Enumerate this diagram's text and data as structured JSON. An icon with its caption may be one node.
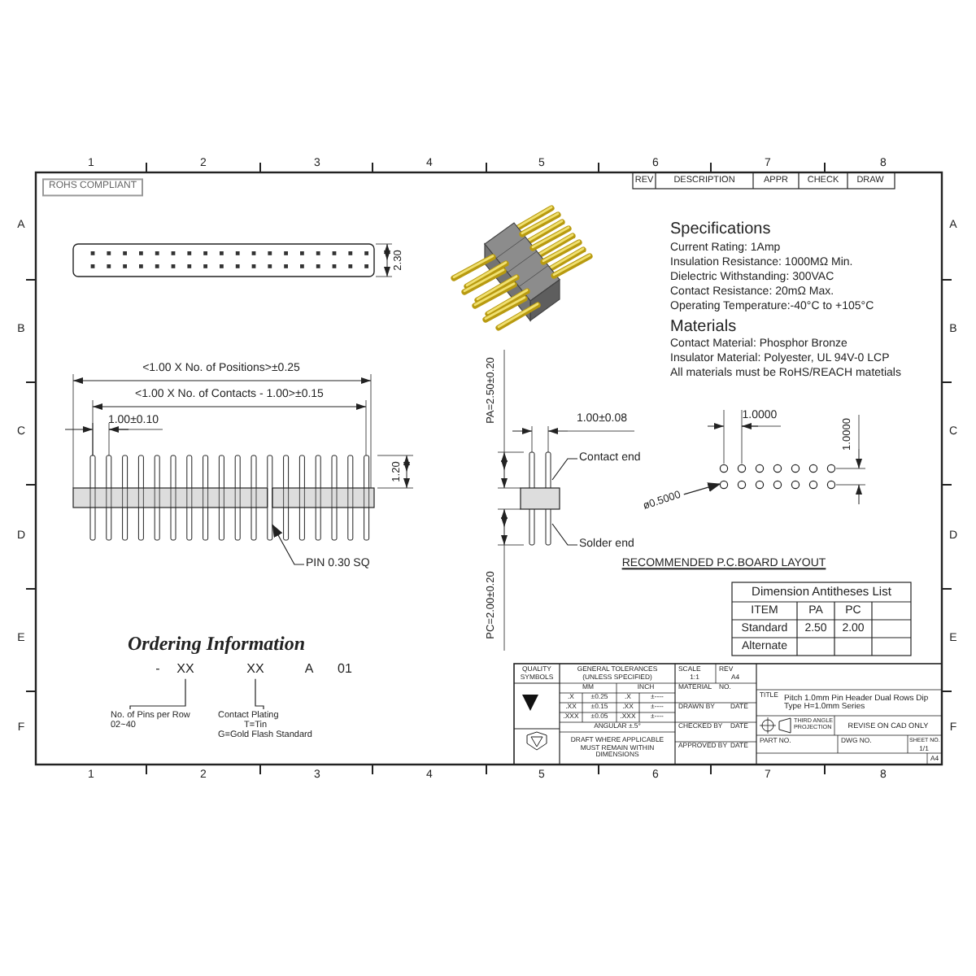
{
  "diagram": {
    "nodes": [
      {
        "text": [
          "PIN 0.30 SQ"
        ]
      },
      {
        "text": [
          "Contact end"
        ]
      },
      {
        "text": [
          "Solder end"
        ]
      },
      {
        "text": [
          "ø0.5000"
        ]
      },
      {
        "text": [
          "XX"
        ]
      },
      {
        "text": [
          "XX"
        ]
      },
      {
        "text": [
          "No. of Pins per Row",
          "02~40"
        ]
      },
      {
        "text": [
          "Contact Plating",
          "T=Tin",
          "G=Gold Flash Standard"
        ]
      },
      {
        "text": [],
        "shape": "bar"
      }
    ],
    "edges": [
      {
        "from": 0,
        "to": 8,
        "arrow": "to"
      },
      {
        "from": 1,
        "to": null,
        "arrow": "none"
      },
      {
        "from": 2,
        "to": null,
        "arrow": "none"
      },
      {
        "from": 3,
        "to": null,
        "arrow": "to"
      },
      {
        "from": 6,
        "to": 4,
        "arrow": "none"
      },
      {
        "from": 7,
        "to": 5,
        "arrow": "none"
      }
    ],
    "labels": [
      "1",
      "2",
      "3",
      "4",
      "5",
      "6",
      "7",
      "8",
      "REV",
      "DESCRIPTION",
      "APPR",
      "CHECK",
      "DRAW",
      "ROHS COMPLIANT",
      "2.30",
      "Specifications",
      "Current Rating: 1Amp",
      "Insulation Resistance: 1000MΩ Min.",
      "Dielectric Withstanding: 300VAC",
      "Contact Resistance: 20mΩ Max.",
      "Operating Temperature:-40°C to +105°C",
      "Materials",
      "Contact Material: Phosphor Bronze",
      "Insulator Material: Polyester, UL 94V-0 LCP",
      "All materials must be RoHS/REACH matetials",
      "<1.00 X No. of Positions>±0.25",
      "<1.00 X No. of Contacts - 1.00>±0.15",
      "1.00±0.10",
      "1.20",
      "PA=2.50±0.20",
      "PC=2.00±0.20",
      "1.00±0.08",
      "1.0000",
      "1.0000",
      "RECOMMENDED P.C.BOARD LAYOUT",
      "Dimension Antitheses List",
      "ITEM",
      "PA",
      "PC",
      "Standard",
      "2.50",
      "2.00",
      "Alternate",
      "Ordering Information",
      "-",
      "A",
      "01",
      "QUALITY SYMBOLS",
      "GENERAL TOLERANCES (UNLESS SPECIFIED)",
      "MM",
      "INCH",
      ".X",
      "±0.25",
      ".X",
      "±----",
      ".XX",
      "±0.15",
      ".XX",
      "±----",
      ".XXX",
      "±0.05",
      ".XXX",
      "±----",
      "ANGULAR ±.5°",
      "DRAFT WHERE APPLICABLE MUST REMAIN WITHIN DIMENSIONS",
      "SCALE",
      "1:1",
      "REV",
      "A4",
      "MATERIAL",
      "NO.",
      "DRAWN BY",
      "DATE",
      "CHECKED BY",
      "DATE",
      "APPROVED BY",
      "DATE",
      "TITLE",
      "Pitch 1.0mm Pin Header Dual Rows Dip Type H=1.0mm Series",
      "THIRD ANGLE PROJECTION",
      "REVISE ON CAD ONLY",
      "PART NO.",
      "DWG NO.",
      "SHEET NO.",
      "1/1",
      "A4",
      "A",
      "B",
      "C",
      "D",
      "E",
      "F",
      "A",
      "B",
      "C",
      "D",
      "E",
      "F",
      "1",
      "2",
      "3",
      "4",
      "5",
      "6",
      "7",
      "8"
    ]
  }
}
